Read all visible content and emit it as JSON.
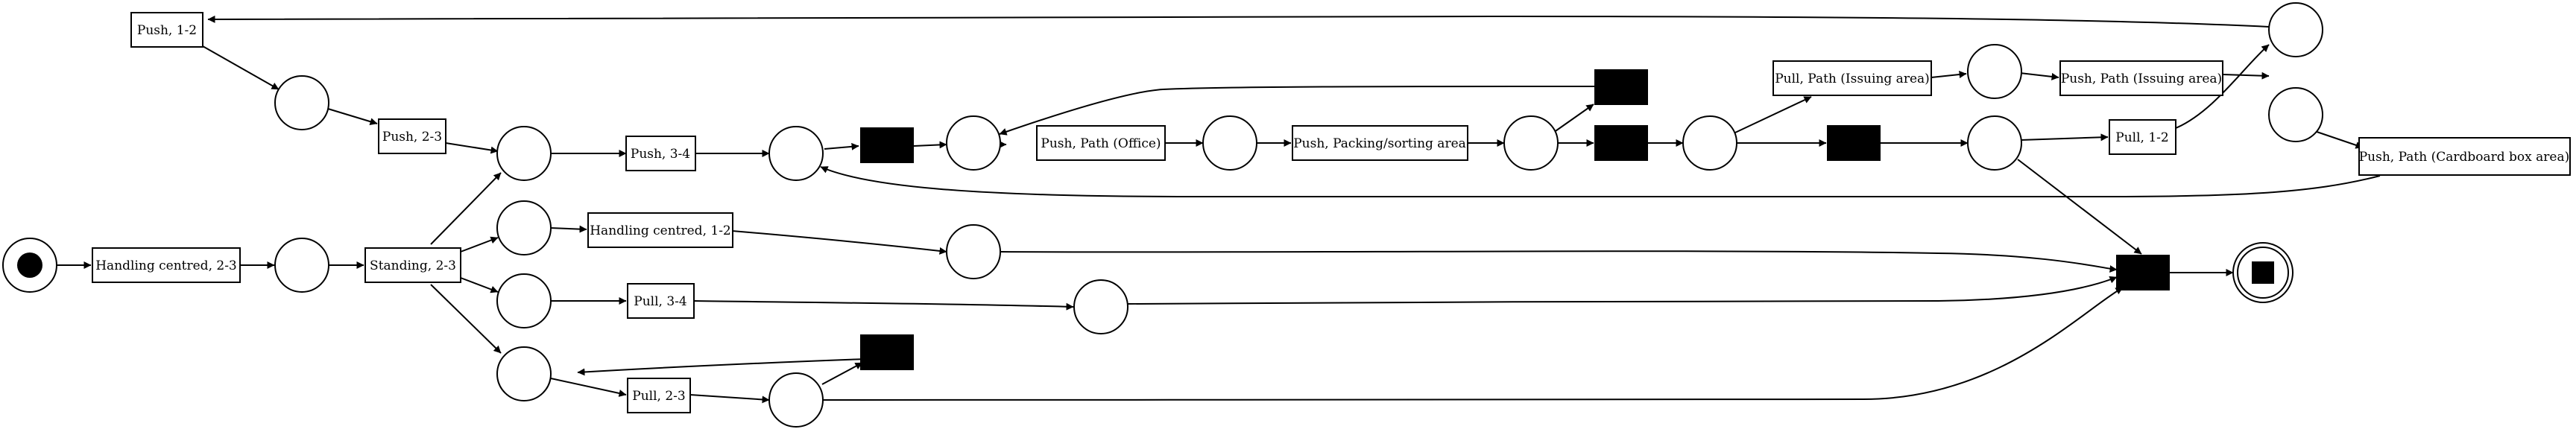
{
  "transitions": {
    "push_1_2": "Push, 1-2",
    "push_2_3": "Push, 2-3",
    "push_3_4": "Push, 3-4",
    "handling_centred_2_3": "Handling centred, 2-3",
    "standing_2_3": "Standing, 2-3",
    "handling_centred_1_2": "Handling centred, 1-2",
    "pull_3_4": "Pull, 3-4",
    "pull_2_3": "Pull, 2-3",
    "push_path_office": "Push, Path (Office)",
    "push_packing_sorting_area": "Push, Packing/sorting area",
    "pull_path_issuing_area": "Pull, Path (Issuing area)",
    "push_path_issuing_area": "Push, Path (Issuing area)",
    "pull_1_2": "Pull, 1-2",
    "push_path_cardboard_box_area": "Push, Path (Cardboard box area)"
  }
}
